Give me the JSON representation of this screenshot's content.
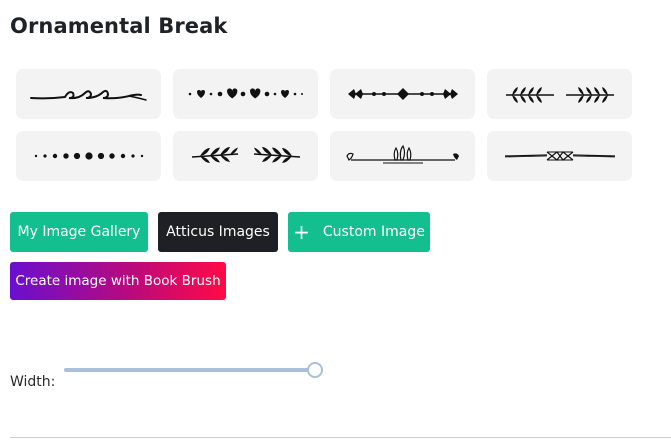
{
  "panel": {
    "title": "Ornamental Break"
  },
  "ornaments": [
    {
      "icon": "swirl-script-divider-icon"
    },
    {
      "icon": "hearts-dots-divider-icon"
    },
    {
      "icon": "arrow-diamond-divider-icon"
    },
    {
      "icon": "laurel-branches-divider-icon"
    },
    {
      "icon": "graduated-dots-divider-icon"
    },
    {
      "icon": "wheat-leaves-divider-icon"
    },
    {
      "icon": "tulip-line-divider-icon"
    },
    {
      "icon": "crossed-diamond-divider-icon"
    }
  ],
  "buttons": {
    "gallery": "My Image Gallery",
    "atticus": "Atticus Images",
    "custom": "Custom Image",
    "custom_icon": "plus-icon",
    "book_brush": "Create image with Book Brush"
  },
  "width_control": {
    "label": "Width:",
    "value_fraction": 1.0
  },
  "colors": {
    "green": "#13bf8f",
    "dark": "#1d2125",
    "gradient_start": "#6a0fcf",
    "gradient_end": "#ff0a47",
    "slider": "#a9c0dc"
  }
}
